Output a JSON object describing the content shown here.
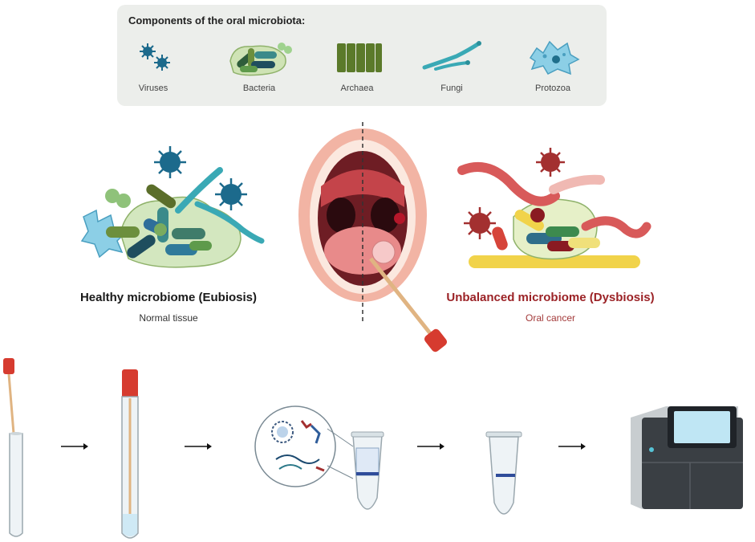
{
  "components": {
    "title": "Components of the oral microbiota:",
    "items": [
      {
        "label": "Viruses",
        "icon": "virus-icon"
      },
      {
        "label": "Bacteria",
        "icon": "bacteria-icon"
      },
      {
        "label": "Archaea",
        "icon": "archaea-icon"
      },
      {
        "label": "Fungi",
        "icon": "fungi-icon"
      },
      {
        "label": "Protozoa",
        "icon": "protozoa-icon"
      }
    ]
  },
  "healthy": {
    "title": "Healthy microbiome (Eubiosis)",
    "subtitle": "Normal tissue"
  },
  "dysbiosis": {
    "title": "Unbalanced microbiome (Dysbiosis)",
    "subtitle": "Oral cancer"
  },
  "workflow": {
    "steps": [
      "swab-collection",
      "swab-in-tube",
      "dna-extraction-tube",
      "purified-sample-tube",
      "sequencer"
    ]
  },
  "colors": {
    "dysbiosis_red": "#9b2226",
    "virus_blue": "#1c6a8c",
    "bacteria_green": "#5c8a3a",
    "archaea_olive": "#5b7a2a",
    "fungi_teal": "#3aa9b5",
    "swab_cap_red": "#d63b2f",
    "panel_bg": "#eceeeb"
  }
}
